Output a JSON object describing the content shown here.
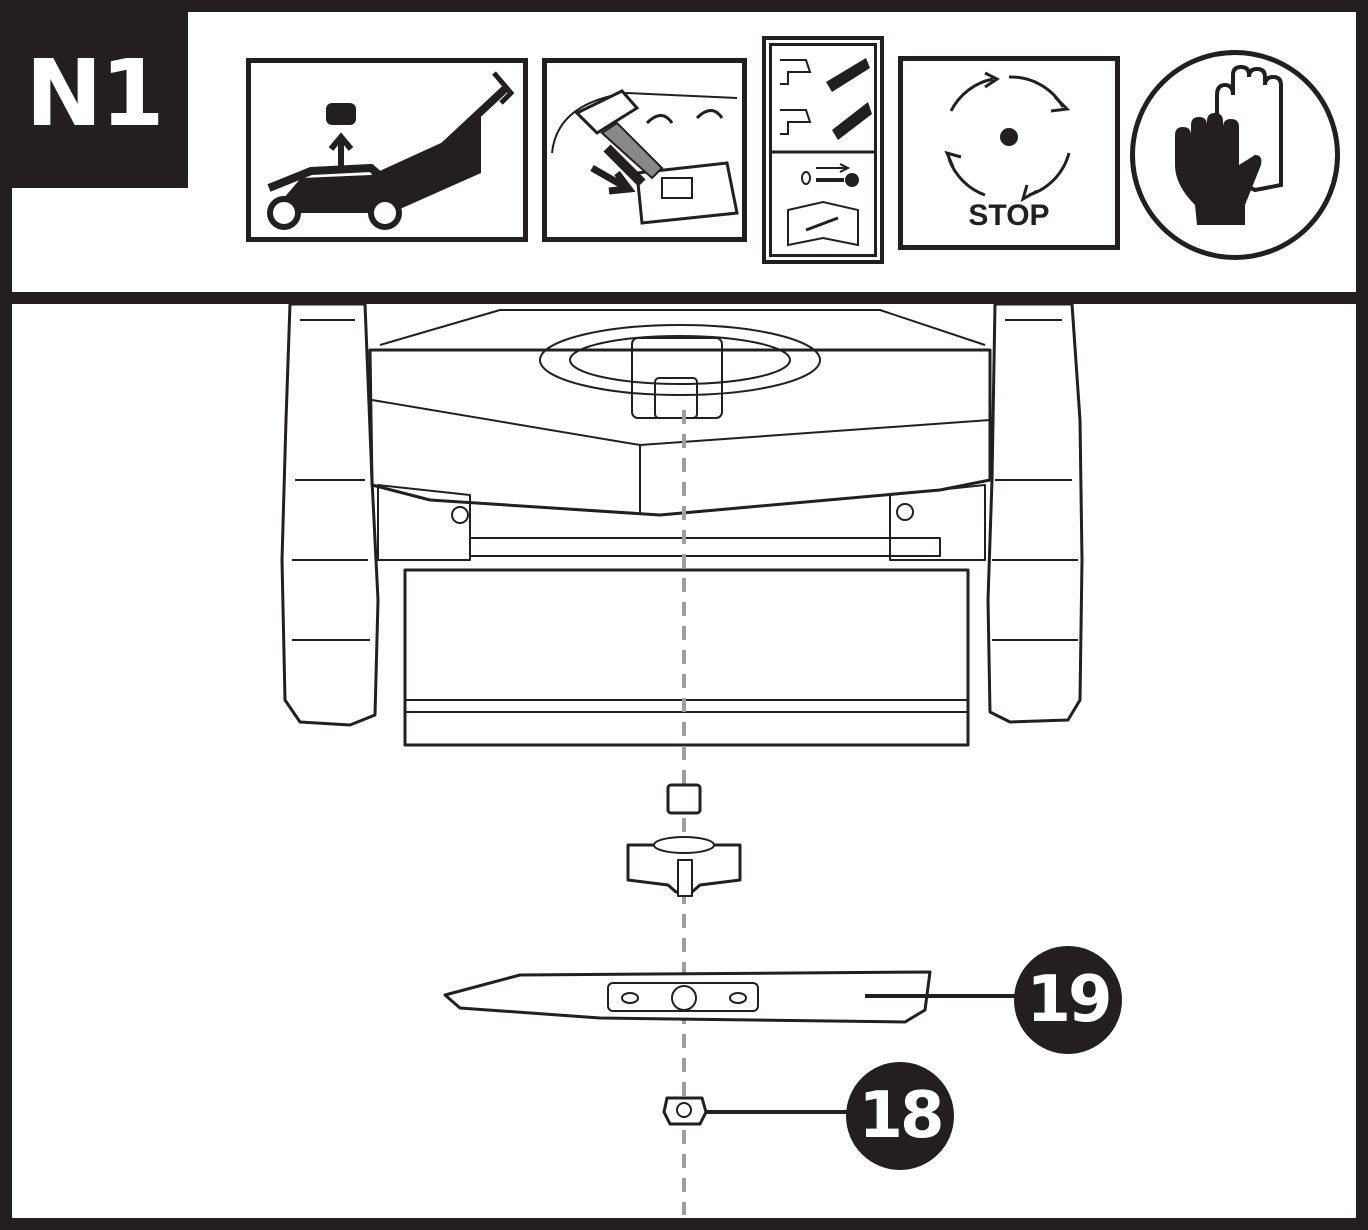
{
  "step": {
    "label": "N1"
  },
  "safety_icons": [
    {
      "name": "remove-spark-plug-cap-icon"
    },
    {
      "name": "remove-safety-key-icon"
    },
    {
      "name": "disconnect-read-manual-icon"
    },
    {
      "name": "stop-blade-icon",
      "label": "STOP"
    },
    {
      "name": "wear-gloves-icon"
    }
  ],
  "parts": [
    {
      "number": "19",
      "name": "blade"
    },
    {
      "number": "18",
      "name": "blade-nut"
    }
  ],
  "colors": {
    "ink": "#231f20",
    "paper": "#ffffff",
    "dash": "#9e9e9e"
  }
}
